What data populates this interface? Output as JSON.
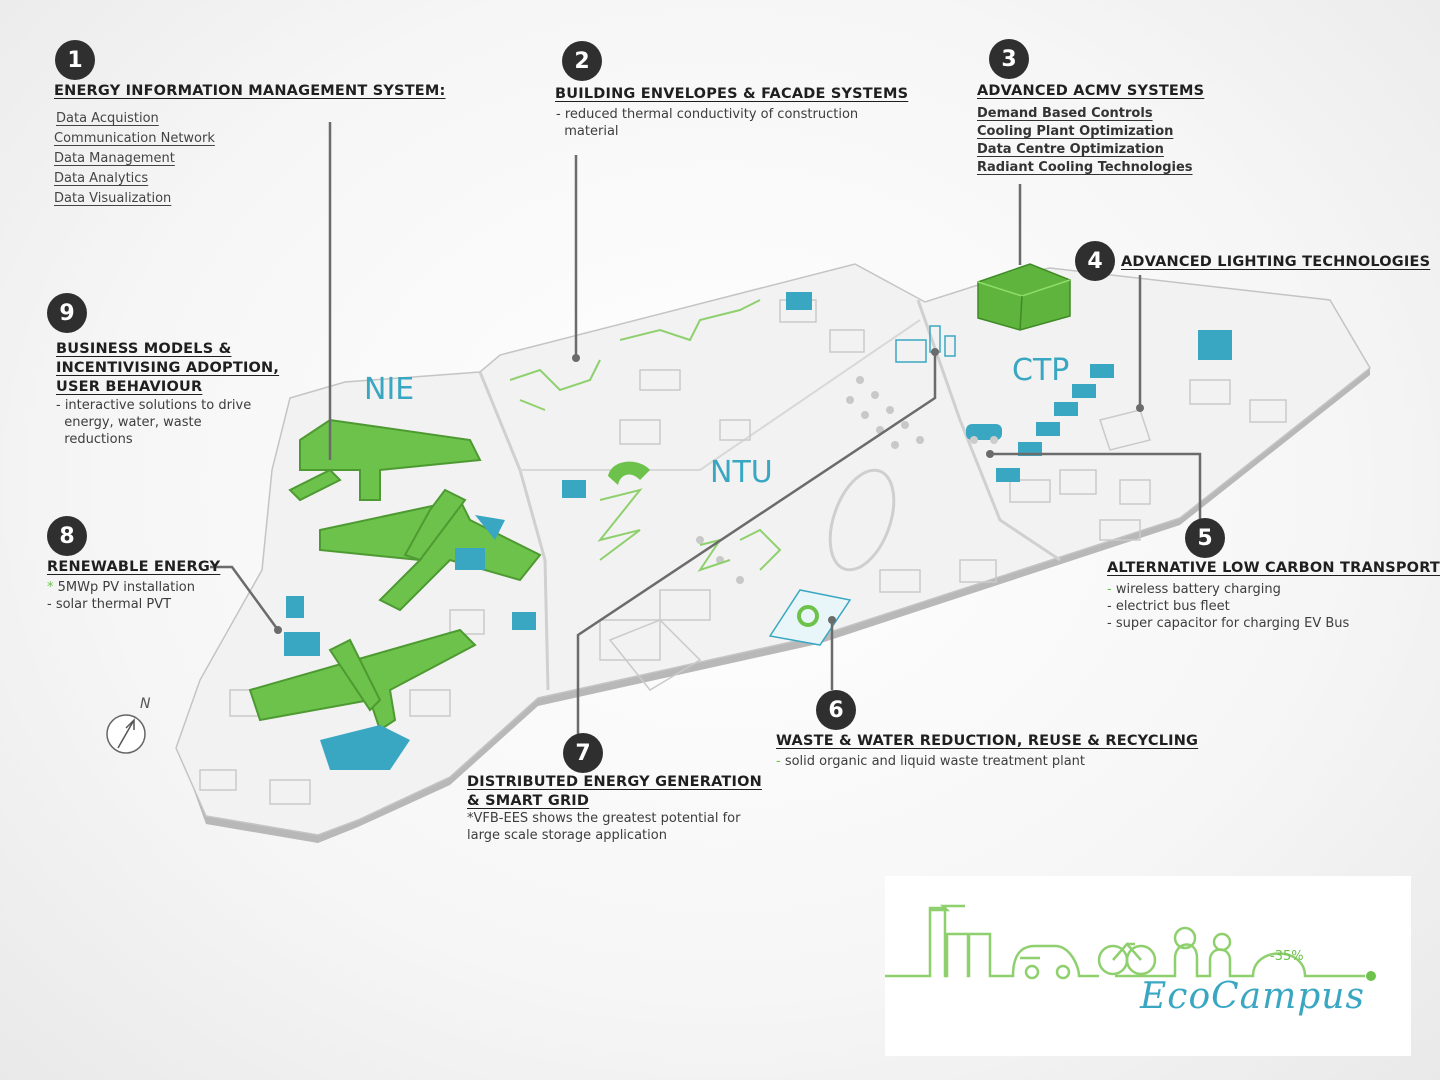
{
  "labels": {
    "nie": "NIE",
    "ntu": "NTU",
    "ctp": "CTP"
  },
  "items": [
    {
      "num": "1",
      "title": "ENERGY INFORMATION MANAGEMENT SYSTEM:",
      "links": [
        "Data Acquistion",
        "Communication Network",
        "Data Management",
        "Data Analytics",
        "Data Visualization"
      ]
    },
    {
      "num": "2",
      "title": "BUILDING ENVELOPES & FACADE SYSTEMS",
      "desc": "- reduced thermal conductivity of construction\n  material"
    },
    {
      "num": "3",
      "title": "ADVANCED ACMV SYSTEMS",
      "links": [
        "Demand Based Controls",
        "Cooling Plant Optimization",
        "Data Centre Optimization",
        "Radiant Cooling Technologies"
      ]
    },
    {
      "num": "4",
      "title": "ADVANCED LIGHTING TECHNOLOGIES"
    },
    {
      "num": "5",
      "title": "ALTERNATIVE LOW CARBON TRANSPORT",
      "desc_bullet": "-",
      "desc": " wireless battery charging\n- electrict bus fleet\n- super capacitor for charging EV Bus"
    },
    {
      "num": "6",
      "title": "WASTE & WATER REDUCTION, REUSE & RECYCLING",
      "desc_bullet": "-",
      "desc": " solid organic and liquid waste treatment plant"
    },
    {
      "num": "7",
      "title": "DISTRIBUTED ENERGY GENERATION & SMART GRID",
      "desc": "*VFB-EES shows the greatest potential for\nlarge scale storage application"
    },
    {
      "num": "8",
      "title": "RENEWABLE ENERGY",
      "desc_bullet": "*",
      "desc": " 5MWp PV installation\n- solar thermal PVT"
    },
    {
      "num": "9",
      "title": "BUSINESS MODELS & INCENTIVISING ADOPTION, USER BEHAVIOUR",
      "desc": "- interactive solutions to drive\n  energy, water, waste\n  reductions"
    }
  ],
  "compass": "N",
  "logo": {
    "title": "EcoCampus",
    "percent": "-35%"
  },
  "colors": {
    "green": "#6cc24a",
    "teal": "#3aa7c2",
    "dark": "#2f2f2f",
    "map": "#f1f1f1",
    "edge": "#b9b9b9"
  }
}
